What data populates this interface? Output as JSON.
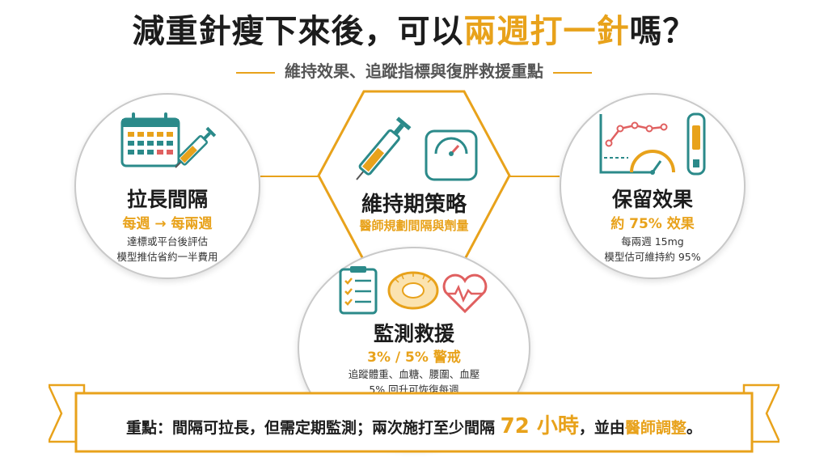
{
  "title": {
    "before": "減重針瘦下來後，可以",
    "highlight": "兩週打一針",
    "after": "嗎？"
  },
  "subtitle": "維持效果、追蹤指標與復胖救援重點",
  "nodes": {
    "left": {
      "title": "拉長間隔",
      "accent": "每週 → 每兩週",
      "desc1": "達標或平台後評估",
      "desc2": "模型推估省約一半費用"
    },
    "center": {
      "title": "維持期策略",
      "accent": "醫師規劃間隔與劑量"
    },
    "right": {
      "title": "保留效果",
      "accent": "約 75% 效果",
      "desc1": "每兩週 15mg",
      "desc2": "模型估可維持約 95%"
    },
    "bottom": {
      "title": "監測救援",
      "accent": "3% / 5% 警戒",
      "desc1": "追蹤體重、血糖、腰圍、血壓",
      "desc2": "5% 回升可恢復每週"
    }
  },
  "banner": {
    "part1": "重點：間隔可拉長，但需定期監測；兩次施打至少間隔",
    "big": "72 小時",
    "part2": "，並由",
    "em": "醫師調整",
    "part3": "。"
  },
  "icons": [
    "calendar-icon",
    "syringe-icon",
    "scale-icon",
    "line-chart-icon",
    "gauge-icon",
    "injection-pen-icon",
    "checklist-icon",
    "measuring-tape-icon",
    "heart-pulse-icon"
  ],
  "colors": {
    "accent": "#e8a21b",
    "teal": "#2b8a8a",
    "coral": "#e06060",
    "border": "#c9c9c9"
  }
}
